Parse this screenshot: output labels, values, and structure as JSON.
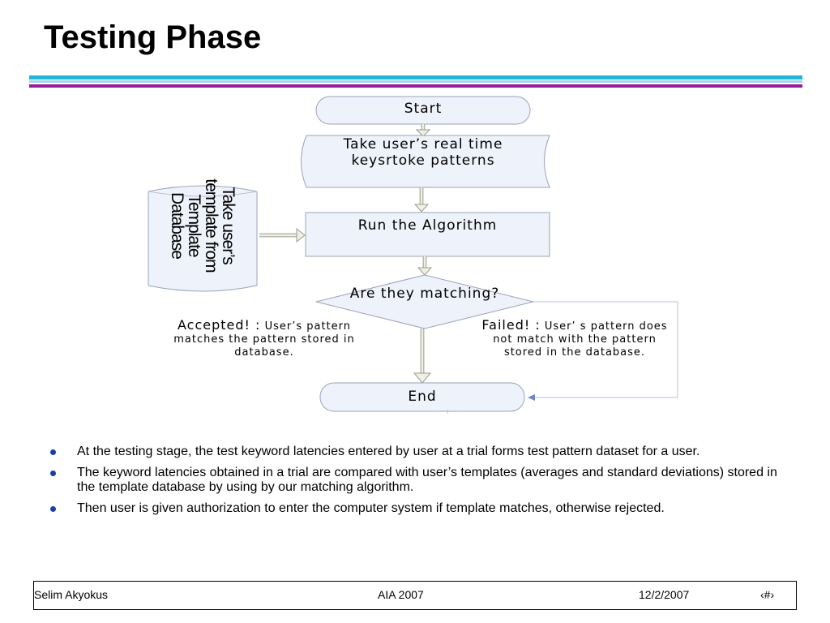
{
  "slide": {
    "title": "Testing Phase"
  },
  "diagram": {
    "start": "Start",
    "input": "Take user’s real time keysrtoke patterns",
    "database": "Take user’s template from Template Database",
    "process": "Run the Algorithm",
    "decision": "Are they matching?",
    "accepted": {
      "lead": "Accepted! :",
      "text": "User’s pattern matches the pattern stored in database."
    },
    "failed": {
      "lead": "Failed! :",
      "text": "User’ s pattern does not match with the pattern stored in the database."
    },
    "end": "End",
    "colors": {
      "shape_fill": "#eef2fa",
      "shape_stroke": "#9aa3b8",
      "connector": "#b8bba8"
    }
  },
  "bullets": [
    "At the testing stage, the test keyword latencies entered by user at a trial forms test pattern dataset for a user.",
    "The keyword latencies obtained in a trial are compared with user’s templates (averages and standard deviations) stored in the template database by using by our matching algorithm.",
    "Then user is given authorization to enter the computer system if template matches, otherwise rejected."
  ],
  "footer": {
    "author": "Selim Akyokus",
    "event": "AIA 2007",
    "date": "12/2/2007",
    "page": "‹#›"
  },
  "colors": {
    "rule_top": "#22b5d6",
    "rule_mid": "#9fd8ea",
    "rule_bottom": "#9b1a9b",
    "bullet": "#1a3fa8"
  }
}
